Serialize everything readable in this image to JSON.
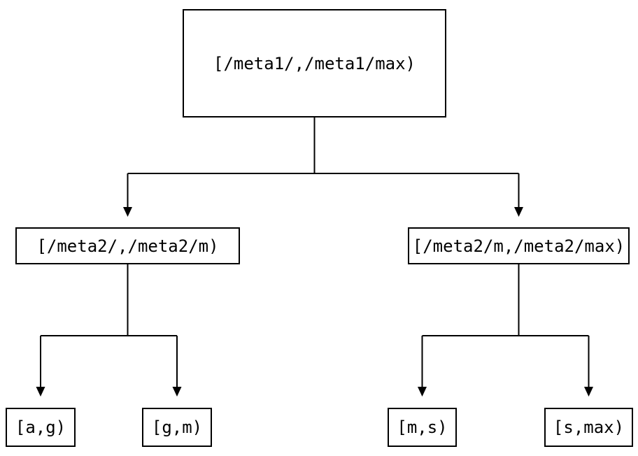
{
  "diagram": {
    "type": "tree",
    "description": "Hierarchical key-range partition tree",
    "colors": {
      "ink": "#000000",
      "background": "#ffffff"
    },
    "nodes": {
      "root": {
        "label": "[/meta1/,/meta1/max)"
      },
      "child_left": {
        "label": "[/meta2/,/meta2/m)"
      },
      "child_right": {
        "label": "[/meta2/m,/meta2/max)"
      },
      "leaf_ag": {
        "label": "[a,g)"
      },
      "leaf_gm": {
        "label": "[g,m)"
      },
      "leaf_ms": {
        "label": "[m,s)"
      },
      "leaf_smax": {
        "label": "[s,max)"
      }
    },
    "edges": [
      {
        "from": "root",
        "to": "child_left"
      },
      {
        "from": "root",
        "to": "child_right"
      },
      {
        "from": "child_left",
        "to": "leaf_ag"
      },
      {
        "from": "child_left",
        "to": "leaf_gm"
      },
      {
        "from": "child_right",
        "to": "leaf_ms"
      },
      {
        "from": "child_right",
        "to": "leaf_smax"
      }
    ]
  }
}
